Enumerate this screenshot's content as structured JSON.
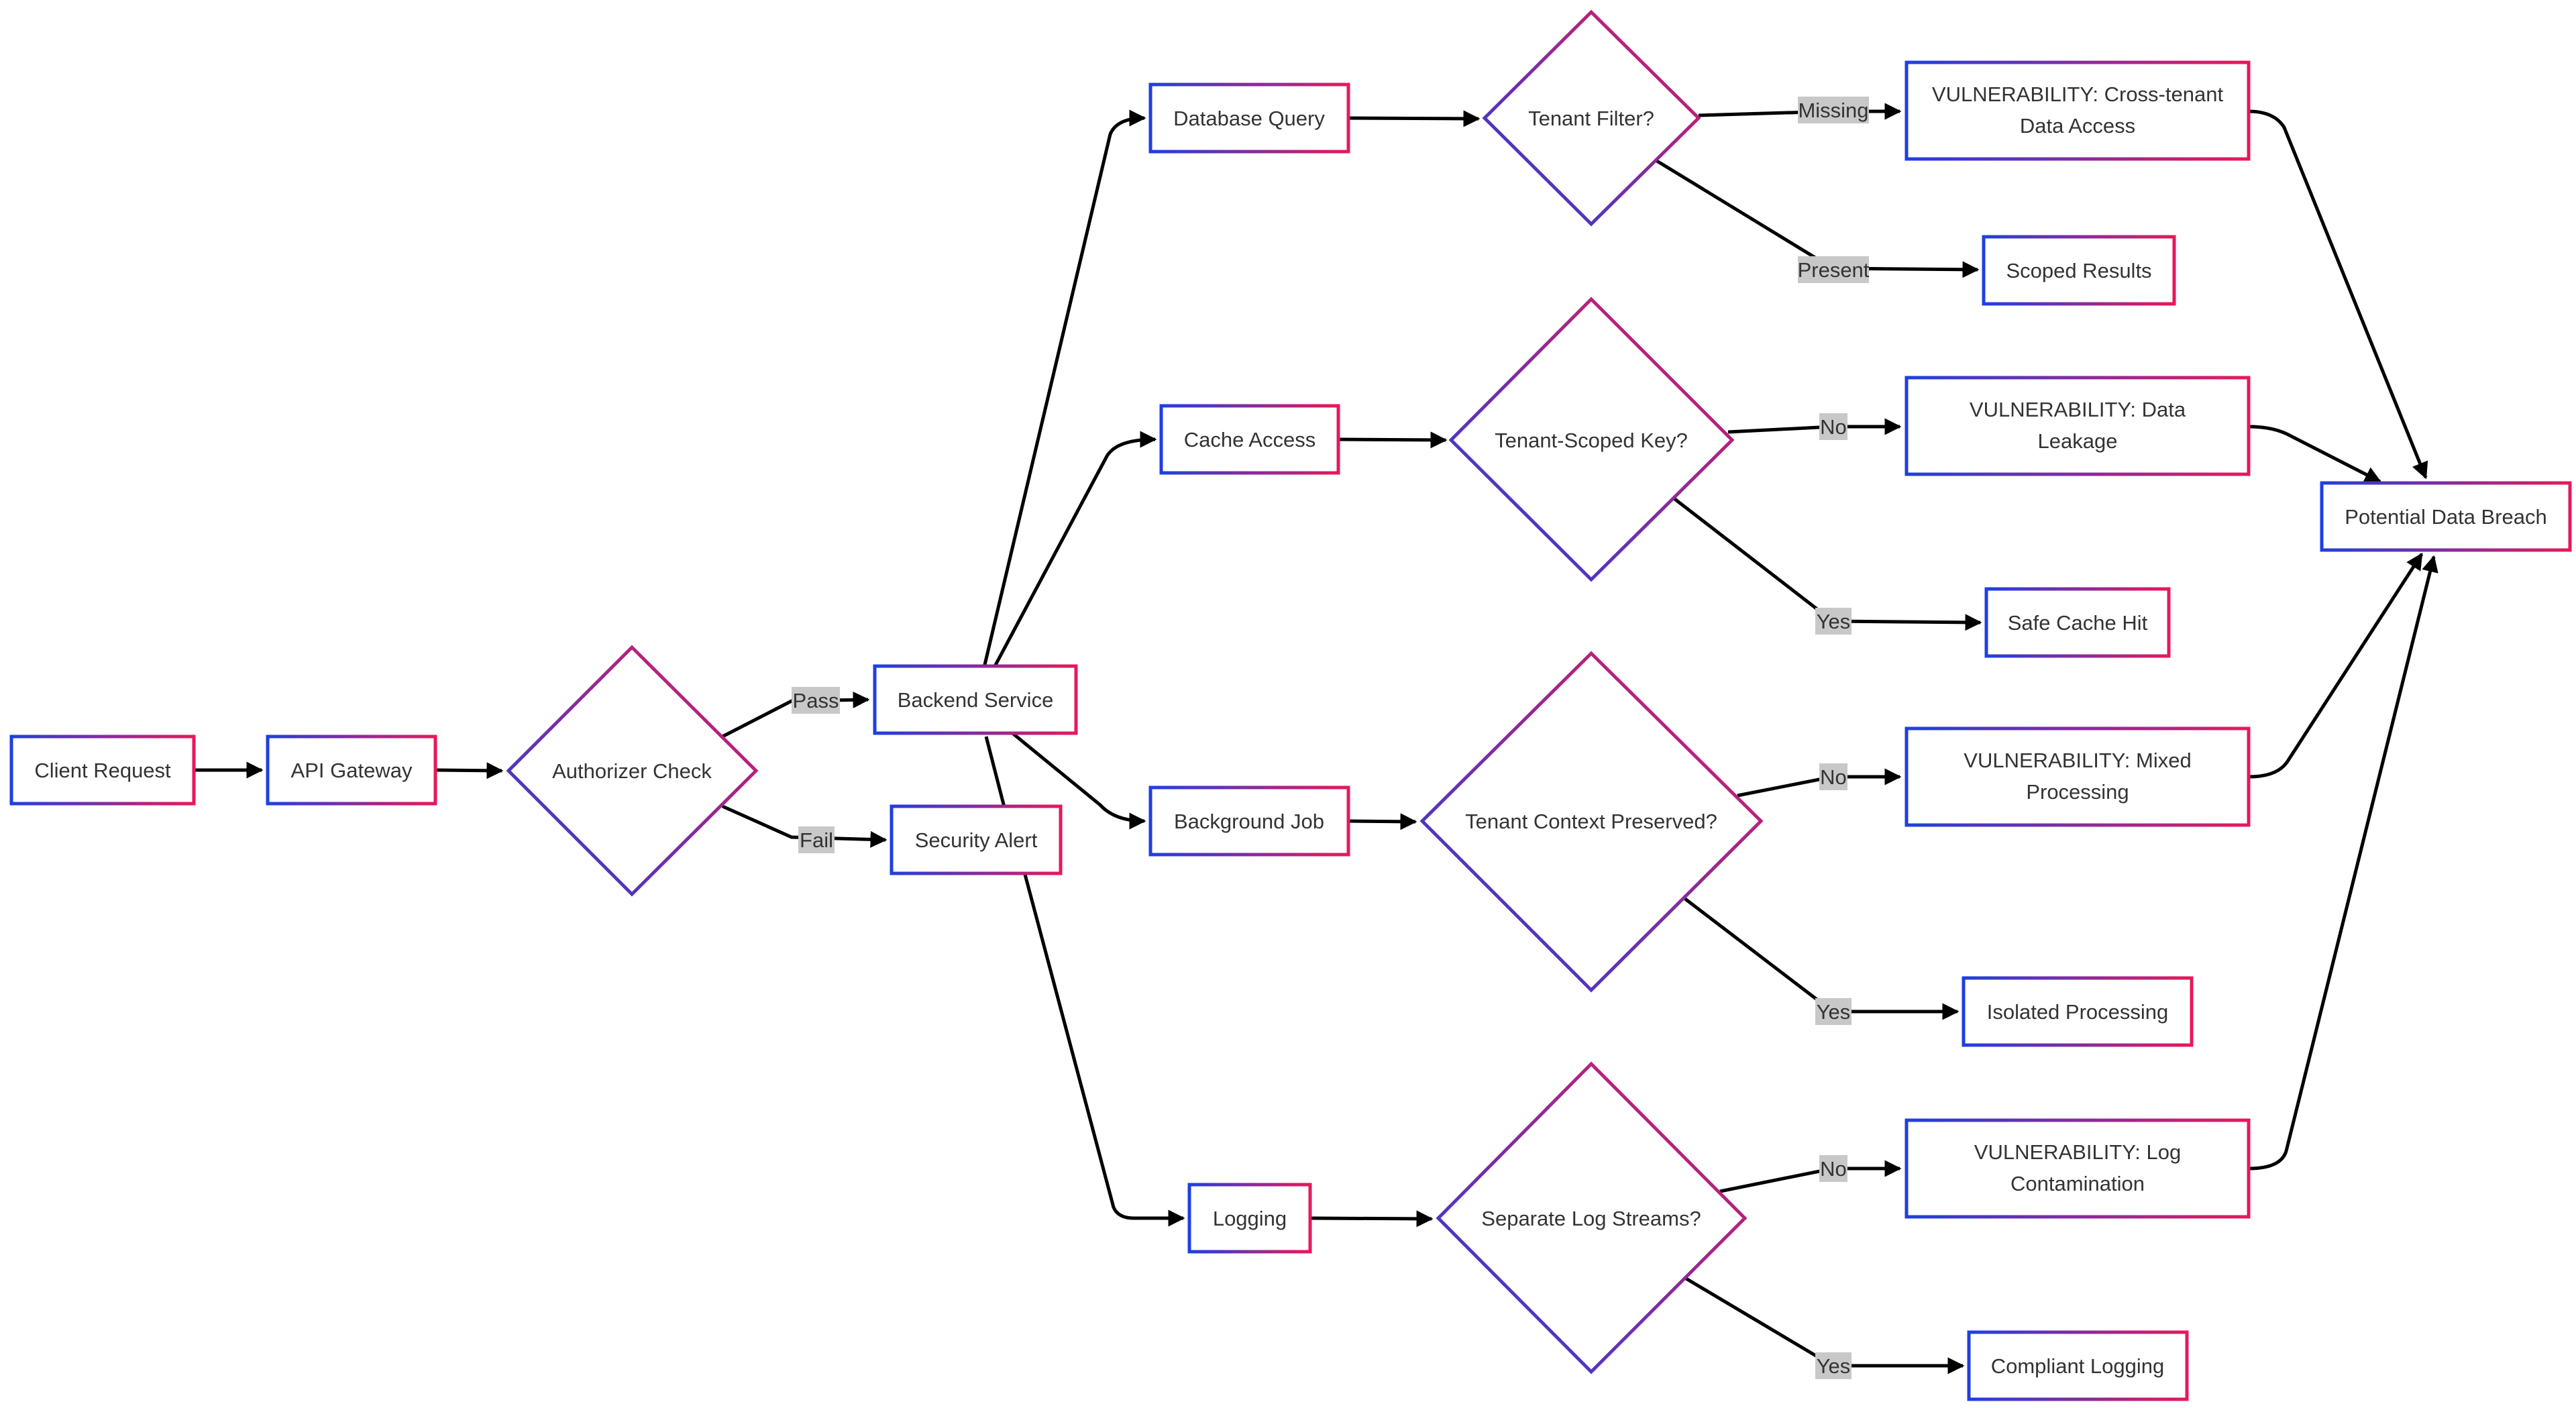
{
  "diagram": {
    "nodes": {
      "client": "Client Request",
      "gateway": "API Gateway",
      "authorizer": "Authorizer Check",
      "backend": "Backend Service",
      "alert": "Security Alert",
      "dbquery": "Database Query",
      "cache": "Cache Access",
      "bgjob": "Background Job",
      "logging": "Logging",
      "tenantfilter": "Tenant Filter?",
      "tenantkey": "Tenant-Scoped Key?",
      "tenantctx": "Tenant Context Preserved?",
      "logstreams": "Separate Log Streams?",
      "vuln_cross": [
        "VULNERABILITY: Cross-tenant",
        "Data Access"
      ],
      "scoped": "Scoped Results",
      "vuln_leak": [
        "VULNERABILITY: Data",
        "Leakage"
      ],
      "safecache": "Safe Cache Hit",
      "vuln_mixed": [
        "VULNERABILITY: Mixed",
        "Processing"
      ],
      "isolated": "Isolated Processing",
      "vuln_log": [
        "VULNERABILITY: Log",
        "Contamination"
      ],
      "compliant": "Compliant Logging",
      "breach": "Potential Data Breach"
    },
    "edge_labels": {
      "pass": "Pass",
      "fail": "Fail",
      "missing": "Missing",
      "present": "Present",
      "no": "No",
      "yes": "Yes"
    },
    "colors": {
      "gradient_start": "#1f3fe0",
      "gradient_end": "#e8185a",
      "edge": "#000000",
      "label_bg": "#c8c8c8",
      "text": "#333333"
    }
  }
}
